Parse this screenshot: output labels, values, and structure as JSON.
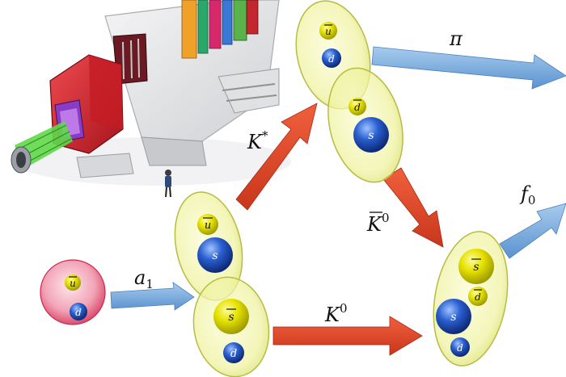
{
  "colors": {
    "blue_arrow": "#74a9dc",
    "red_arrow": "#e0492a",
    "ellipse_fill": "#f3f5a8",
    "ellipse_stroke": "#b8bd4a",
    "pion_fill": "#f1a3b5",
    "yellow_ball": "#e3e000",
    "blue_ball": "#1c4fb8",
    "detector_red": "#d8262d",
    "detector_grey": "#e8e9ea"
  },
  "labels": {
    "a1": "a",
    "a1_sub": "1",
    "pi": "π",
    "kstar": "K",
    "kstar_sup": "*",
    "kbar0": "K",
    "kbar0_sup": "0",
    "k0": "K",
    "k0_sup": "0",
    "f0": "f",
    "f0_sub": "0"
  },
  "quarks": {
    "pion_top": "u",
    "pion_bottom": "d",
    "kplus_top": "u",
    "kplus_bottom": "s",
    "k0_top": "s",
    "k0_bottom": "d",
    "pi_out_top": "u",
    "pi_out_bottom": "d",
    "kbar_top": "d",
    "kbar_bottom": "s",
    "f0_q1": "s",
    "f0_q2": "d",
    "f0_q3": "s",
    "f0_q4": "d"
  }
}
